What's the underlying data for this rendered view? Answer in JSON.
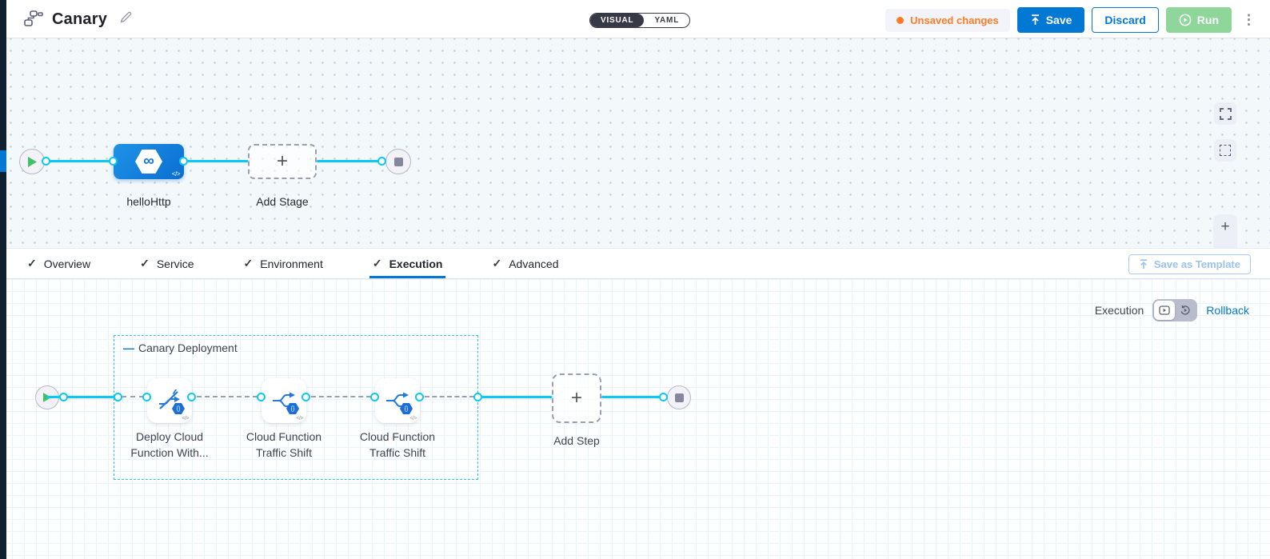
{
  "header": {
    "title": "Canary",
    "mode_toggle": {
      "visual": "VISUAL",
      "yaml": "YAML"
    },
    "unsaved_changes": "Unsaved changes",
    "save": "Save",
    "discard": "Discard",
    "run": "Run"
  },
  "stage_flow": {
    "stage_name": "helloHttp",
    "add_stage": "Add Stage"
  },
  "tabs": {
    "items": [
      {
        "label": "Overview",
        "active": false
      },
      {
        "label": "Service",
        "active": false
      },
      {
        "label": "Environment",
        "active": false
      },
      {
        "label": "Execution",
        "active": true
      },
      {
        "label": "Advanced",
        "active": false
      }
    ],
    "save_as_template": "Save as Template"
  },
  "execution_panel": {
    "mode_label": "Execution",
    "rollback": "Rollback",
    "group_title": "Canary Deployment",
    "steps": [
      {
        "label": "Deploy Cloud Function With..."
      },
      {
        "label": "Cloud Function Traffic Shift"
      },
      {
        "label": "Cloud Function Traffic Shift"
      }
    ],
    "add_step": "Add Step"
  },
  "glyphs": {
    "plus": "+",
    "minus": "−",
    "kebab": "⋮",
    "check": "✓",
    "infinity": "∞",
    "code": "</>",
    "badge": "{}",
    "collapse_dash": "—"
  },
  "colors": {
    "accent_blue": "#0278d5",
    "connector_cyan": "#0bc8f5",
    "unsaved_orange": "#ff7b26",
    "run_green": "#8fd69b",
    "toggle_dark": "#383946"
  }
}
